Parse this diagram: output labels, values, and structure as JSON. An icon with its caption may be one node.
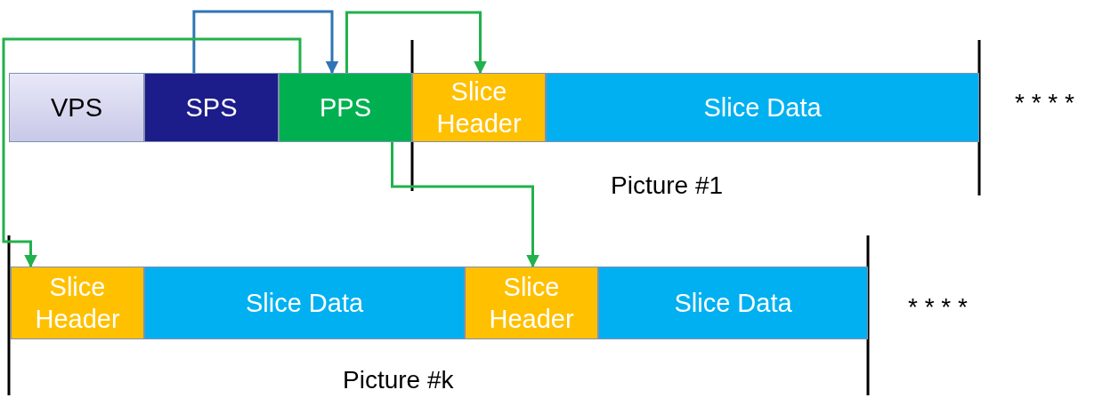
{
  "diagram": {
    "nodes": [
      {
        "text": [
          "VPS"
        ]
      },
      {
        "text": [
          "SPS"
        ]
      },
      {
        "text": [
          "PPS"
        ]
      },
      {
        "text": [
          "Slice Header"
        ]
      },
      {
        "text": [
          "Slice Data"
        ]
      },
      {
        "text": [
          "Slice Header"
        ]
      },
      {
        "text": [
          "Slice Data"
        ]
      },
      {
        "text": [
          "Slice Header"
        ]
      },
      {
        "text": [
          "Slice Data"
        ]
      }
    ],
    "edges": [
      {
        "from": 1,
        "to": 2,
        "arrow": "to",
        "color": "#2e75b6"
      },
      {
        "from": 2,
        "to": 3,
        "arrow": "to"
      },
      {
        "from": 2,
        "to": 5,
        "arrow": "to"
      },
      {
        "from": 2,
        "to": 7,
        "arrow": "to"
      }
    ],
    "labels": [
      "* * * *",
      "Picture #1",
      "* * * *",
      "Picture #k"
    ]
  }
}
